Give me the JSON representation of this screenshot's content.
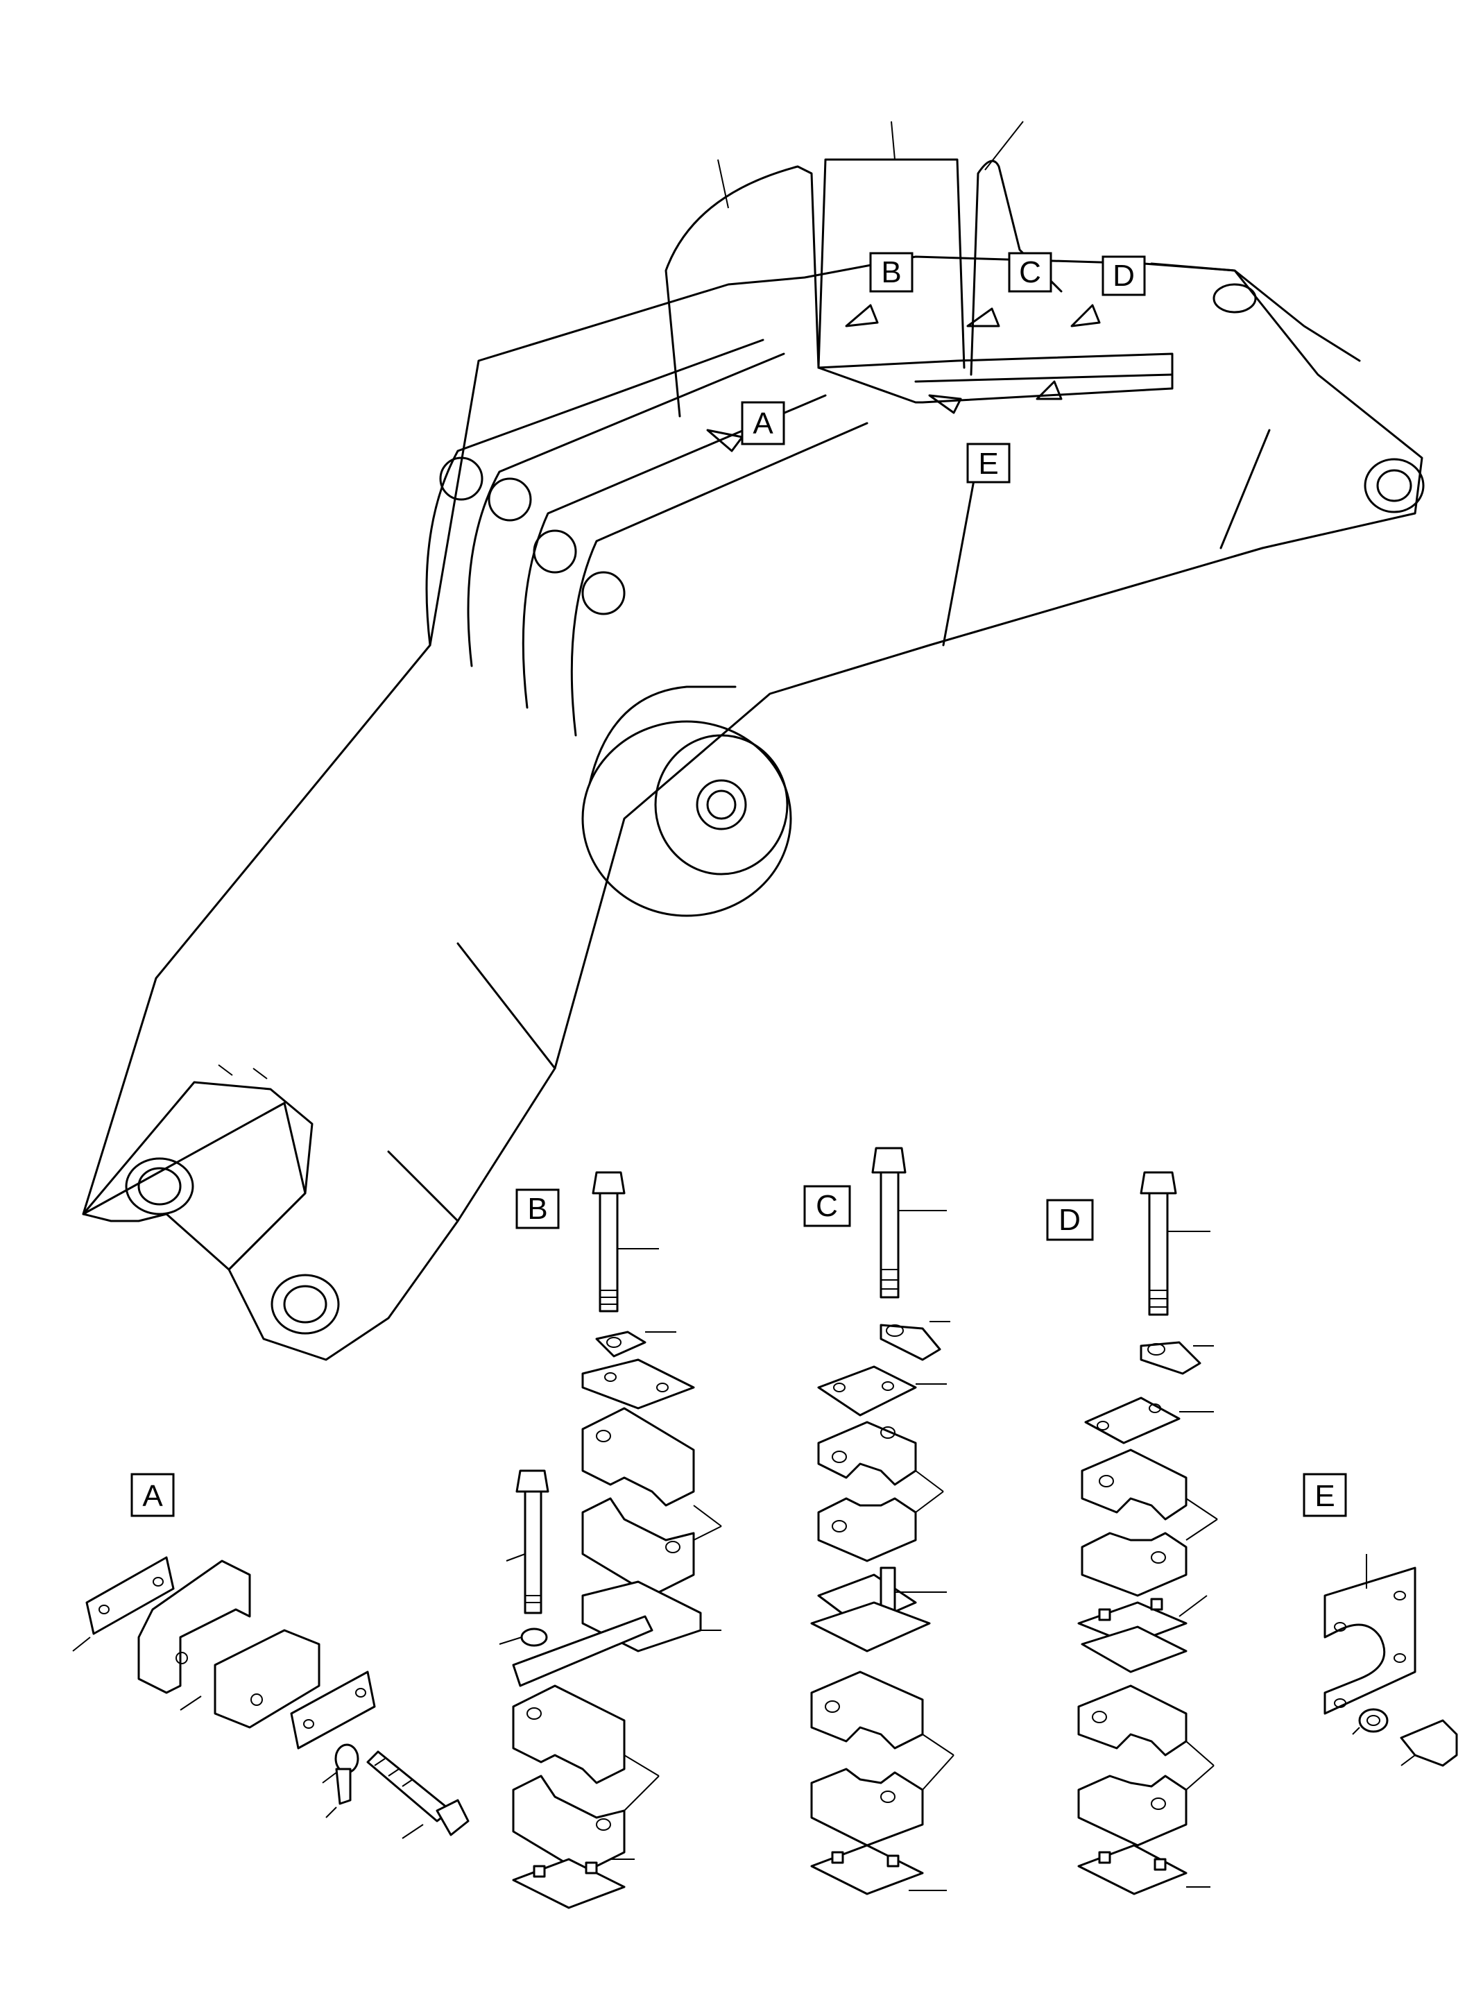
{
  "callouts": {
    "A": "A",
    "B": "B",
    "C": "C",
    "D": "D",
    "E": "E"
  },
  "detail_views": {
    "A": "A",
    "B": "B",
    "C": "C",
    "D": "D",
    "E": "E"
  }
}
